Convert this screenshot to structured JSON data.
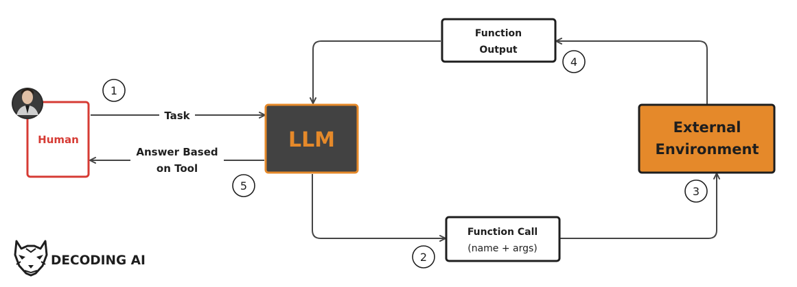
{
  "human": {
    "label": "Human"
  },
  "llm": {
    "label": "LLM"
  },
  "external_environment": {
    "line1": "External",
    "line2": "Environment"
  },
  "function_output": {
    "line1": "Function",
    "line2": "Output"
  },
  "function_call": {
    "line1": "Function Call",
    "line2": "(name + args)"
  },
  "edges": {
    "task": "Task",
    "answer_line1": "Answer Based",
    "answer_line2": "on Tool"
  },
  "steps": [
    "1",
    "2",
    "3",
    "4",
    "5"
  ],
  "logo": {
    "text": "DECODING AI"
  },
  "colors": {
    "human_border": "#d63b34",
    "human_text": "#d63b34",
    "llm_fill": "#424242",
    "llm_border": "#e5892a",
    "llm_text": "#e5892a",
    "env_fill": "#e5892a",
    "env_border": "#1e1e1e",
    "arrow": "#444444"
  }
}
